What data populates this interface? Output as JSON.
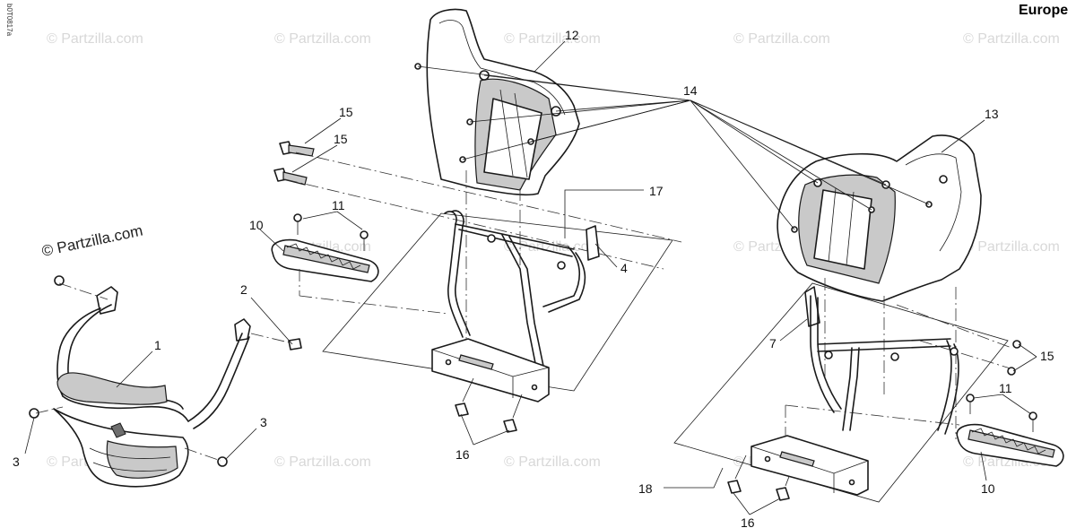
{
  "region_label": "Europe",
  "side_id": "b0T0817a",
  "watermark_text": "© Partzilla.com",
  "watermark_main": "© Partzilla.com",
  "callouts": {
    "c1": "1",
    "c2": "2",
    "c3a": "3",
    "c3b": "3",
    "c4": "4",
    "c7": "7",
    "c10a": "10",
    "c10b": "10",
    "c11a": "11",
    "c11b": "11",
    "c12": "12",
    "c13": "13",
    "c14": "14",
    "c15a": "15",
    "c15b": "15",
    "c15c": "15",
    "c16a": "16",
    "c16b": "16",
    "c17": "17",
    "c18": "18"
  },
  "colors": {
    "line": "#1a1a1a",
    "watermark": "#d8d8d8",
    "shade": "#c9c9c9"
  }
}
